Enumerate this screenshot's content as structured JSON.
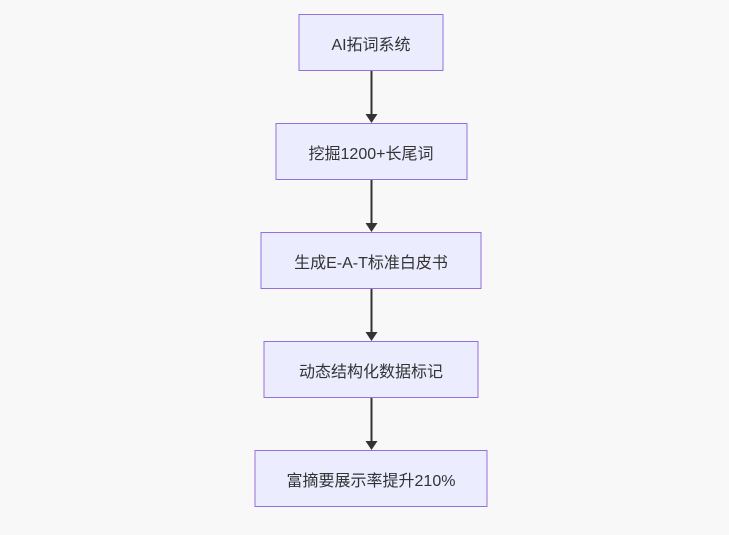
{
  "diagram": {
    "type": "flowchart-top-down",
    "colors": {
      "background": "#f8f8f8",
      "node_fill": "#ECECFF",
      "node_border": "#9370DB",
      "node_text": "#333333",
      "arrow": "#333333"
    },
    "nodes": [
      {
        "id": "A",
        "label": "AI拓词系统"
      },
      {
        "id": "B",
        "label": "挖掘1200+长尾词"
      },
      {
        "id": "C",
        "label": "生成E-A-T标准白皮书"
      },
      {
        "id": "D",
        "label": "动态结构化数据标记"
      },
      {
        "id": "E",
        "label": "富摘要展示率提升210%"
      }
    ],
    "edges": [
      {
        "from": "A",
        "to": "B"
      },
      {
        "from": "B",
        "to": "C"
      },
      {
        "from": "C",
        "to": "D"
      },
      {
        "from": "D",
        "to": "E"
      }
    ]
  }
}
